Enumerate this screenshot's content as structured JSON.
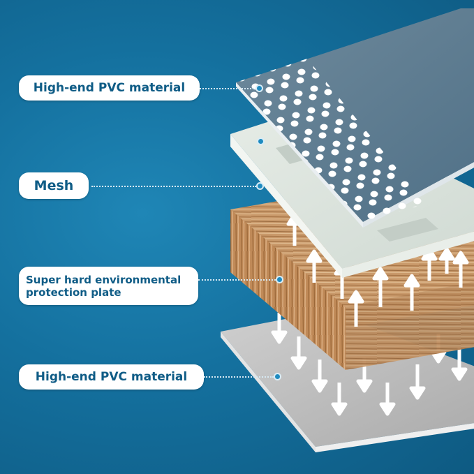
{
  "labels": {
    "top_pvc": "High-end PVC material",
    "mesh": "Mesh",
    "plate": "Super hard environmental protection plate",
    "bottom_pvc": "High-end PVC material"
  },
  "colors": {
    "background": "#14709e",
    "label_text": "#0f5c86",
    "label_bg": "#ffffff",
    "connector_dot": "#1f8bc0",
    "pvc_top": "#5f7f94",
    "mesh_board": "#dde5de",
    "wood_plate": "#c49566",
    "pvc_bottom": "#c4c4c4",
    "arrows": "#ffffff"
  },
  "icons": {
    "arrow_up": "arrow-up-icon",
    "arrow_down": "arrow-down-icon"
  }
}
